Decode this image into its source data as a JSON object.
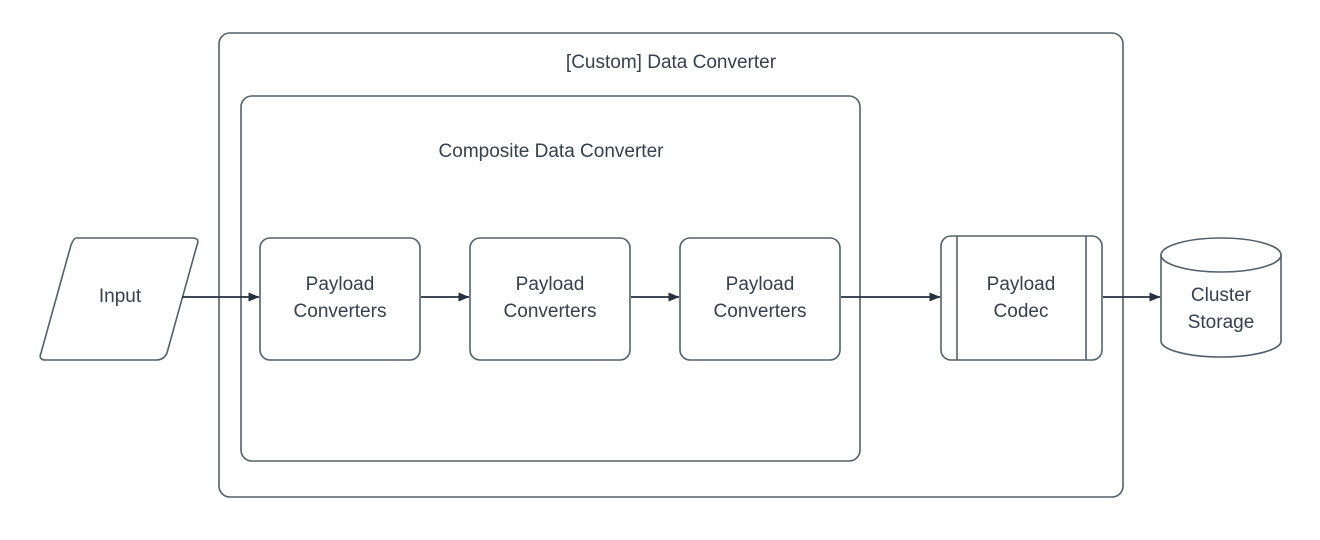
{
  "diagram": {
    "title": "[Custom] Data Converter",
    "background_color": "#ffffff",
    "stroke_color": "#52606d",
    "text_color": "#36404e",
    "connector_color": "#26313f",
    "containers": [
      {
        "id": "custom-data-converter",
        "label": "[Custom] Data Converter",
        "shape": "rounded-rect"
      },
      {
        "id": "composite-data-converter",
        "label": "Composite Data Converter",
        "shape": "rounded-rect"
      }
    ],
    "nodes": [
      {
        "id": "input",
        "label": "Input",
        "shape": "parallelogram"
      },
      {
        "id": "payload-converters-1",
        "label_line1": "Payload",
        "label_line2": "Converters",
        "shape": "rounded-rect"
      },
      {
        "id": "payload-converters-2",
        "label_line1": "Payload",
        "label_line2": "Converters",
        "shape": "rounded-rect"
      },
      {
        "id": "payload-converters-3",
        "label_line1": "Payload",
        "label_line2": "Converters",
        "shape": "rounded-rect"
      },
      {
        "id": "payload-codec",
        "label_line1": "Payload",
        "label_line2": "Codec",
        "shape": "predefined-process"
      },
      {
        "id": "cluster-storage",
        "label_line1": "Cluster",
        "label_line2": "Storage",
        "shape": "cylinder"
      }
    ],
    "connectors": [
      {
        "id": "input-to-pc1",
        "from": "input",
        "to": "payload-converters-1",
        "arrow": "end"
      },
      {
        "id": "pc1-to-pc2",
        "from": "payload-converters-1",
        "to": "payload-converters-2",
        "arrow": "end"
      },
      {
        "id": "pc2-to-pc3",
        "from": "payload-converters-2",
        "to": "payload-converters-3",
        "arrow": "end"
      },
      {
        "id": "pc3-to-codec",
        "from": "payload-converters-3",
        "to": "payload-codec",
        "arrow": "end"
      },
      {
        "id": "codec-to-storage",
        "from": "payload-codec",
        "to": "cluster-storage",
        "arrow": "end"
      }
    ]
  }
}
